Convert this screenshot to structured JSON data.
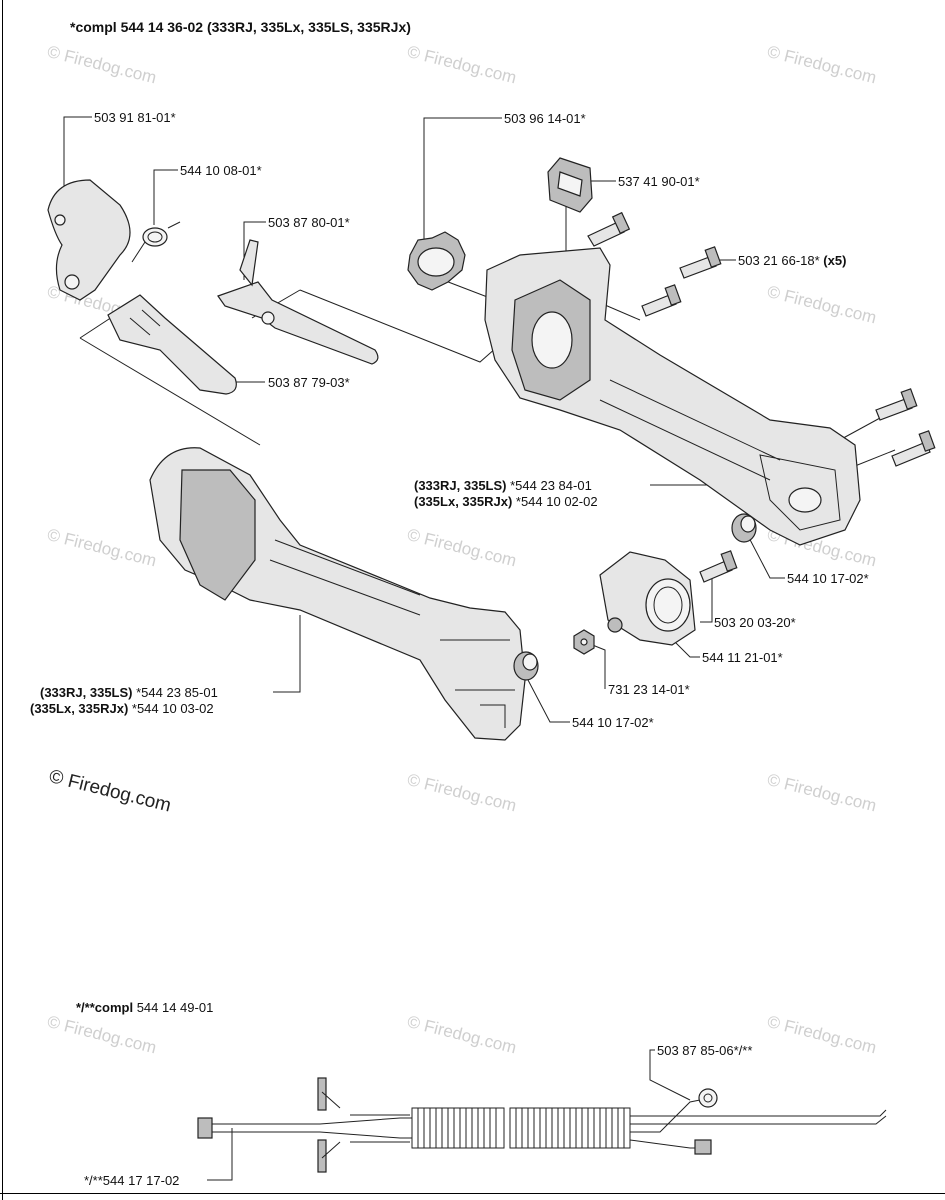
{
  "header": {
    "prefix": "*compl 544 14 36-02 ",
    "models": "(333RJ, 335Lx, 335LS, 335RJx)"
  },
  "labels": {
    "p1": "503 91 81-01*",
    "p2": "544 10 08-01*",
    "p3": "503 87 80-01*",
    "p4": "503 87 79-03*",
    "p5": "503 96 14-01*",
    "p6": "537 41 90-01*",
    "p7_num": "503 21 66-18* ",
    "p7_qty": "(x5)",
    "p8a_models": "(333RJ, 335LS)",
    "p8a_num": " *544 23 84-01",
    "p8b_models": "(335Lx, 335RJx)",
    "p8b_num": " *544 10 02-02",
    "p9": "544 10 17-02*",
    "p10": "503 20 03-20*",
    "p11": "544 11 21-01*",
    "p12": "731 23 14-01*",
    "p13a_models": "(333RJ, 335LS)",
    "p13a_num": " *544 23 85-01",
    "p13b_models": "(335Lx, 335RJx)",
    "p13b_num": " *544 10 03-02",
    "p14": "544 10 17-02*",
    "lower_header_prefix": "*/**compl ",
    "lower_header_num": "544 14 49-01",
    "p15": "503 87 85-06*/**",
    "p16": "*/**544 17 17-02"
  },
  "watermark": {
    "small": "© Firedog.com",
    "large": "© Firedog.com"
  },
  "colors": {
    "line": "#222222",
    "part_fill": "#e6e6e6",
    "part_dark": "#bdbdbd",
    "watermark": "#cfcfcf"
  }
}
